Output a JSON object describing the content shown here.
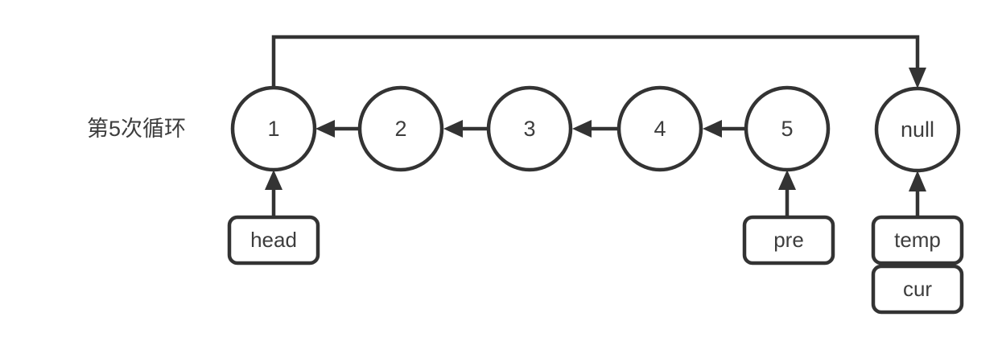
{
  "diagram": {
    "iteration_label": "第5次循环",
    "nodes": [
      {
        "value": "1"
      },
      {
        "value": "2"
      },
      {
        "value": "3"
      },
      {
        "value": "4"
      },
      {
        "value": "5"
      },
      {
        "value": "null"
      }
    ],
    "pointers": [
      {
        "label": "head"
      },
      {
        "label": "pre"
      },
      {
        "label": "temp"
      },
      {
        "label": "cur"
      }
    ],
    "colors": {
      "line": "#333333",
      "text": "#3d3d3d",
      "node_fill": "#ffffff",
      "background": "#ffffff"
    }
  }
}
